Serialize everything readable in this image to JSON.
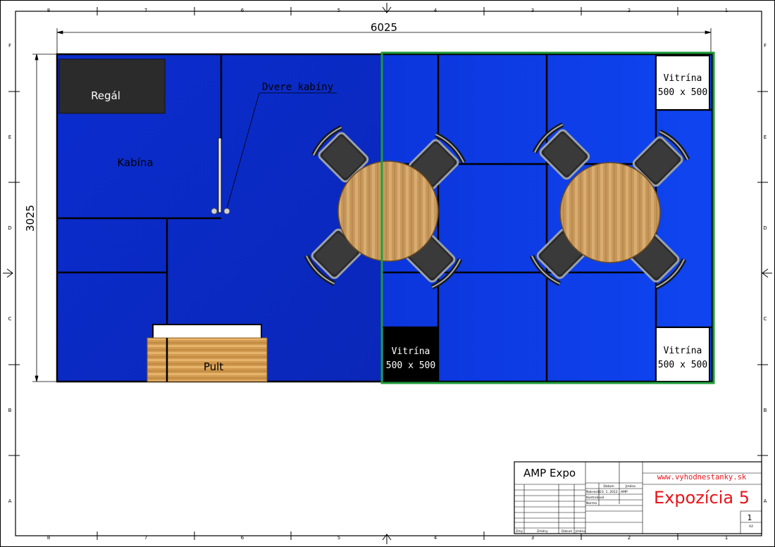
{
  "frame": {
    "columns": [
      "8",
      "7",
      "6",
      "5",
      "4",
      "3",
      "2",
      "1"
    ],
    "rows": [
      "F",
      "E",
      "D",
      "C",
      "B",
      "A"
    ]
  },
  "dimensions": {
    "width": "6025",
    "height": "3025"
  },
  "labels": {
    "shelf": "Regál",
    "cabin": "Kabína",
    "cabin_door": "Dvere kabíny",
    "counter": "Pult"
  },
  "showcases": [
    {
      "name": "Vitrína",
      "size": "500 x 500"
    },
    {
      "name": "Vitrína",
      "size": "500 x 500"
    },
    {
      "name": "Vitrína",
      "size": "500 x 500"
    }
  ],
  "title_block": {
    "company": "AMP Expo",
    "website": "www.vyhodnestanky.sk",
    "title": "Expozícia 5",
    "sheet_number": "1",
    "sheet_format": "A2",
    "date_header": "Datum",
    "name_header": "Jméno",
    "rows": [
      {
        "label": "Nakreslil",
        "date": "23. 1. 2012",
        "name": "AMP"
      },
      {
        "label": "Kontroloval",
        "date": "",
        "name": ""
      },
      {
        "label": "Norma",
        "date": "",
        "name": ""
      }
    ],
    "revision_headers": [
      "Zmy",
      "Změny",
      "Datum",
      "Jméno"
    ]
  },
  "colors": {
    "floor": "#0a2ccc",
    "floor_right": "#0d3ae6",
    "highlight_border": "#1e9a3a",
    "title_red": "#e8141a",
    "shelf": "#2b2b2b"
  }
}
